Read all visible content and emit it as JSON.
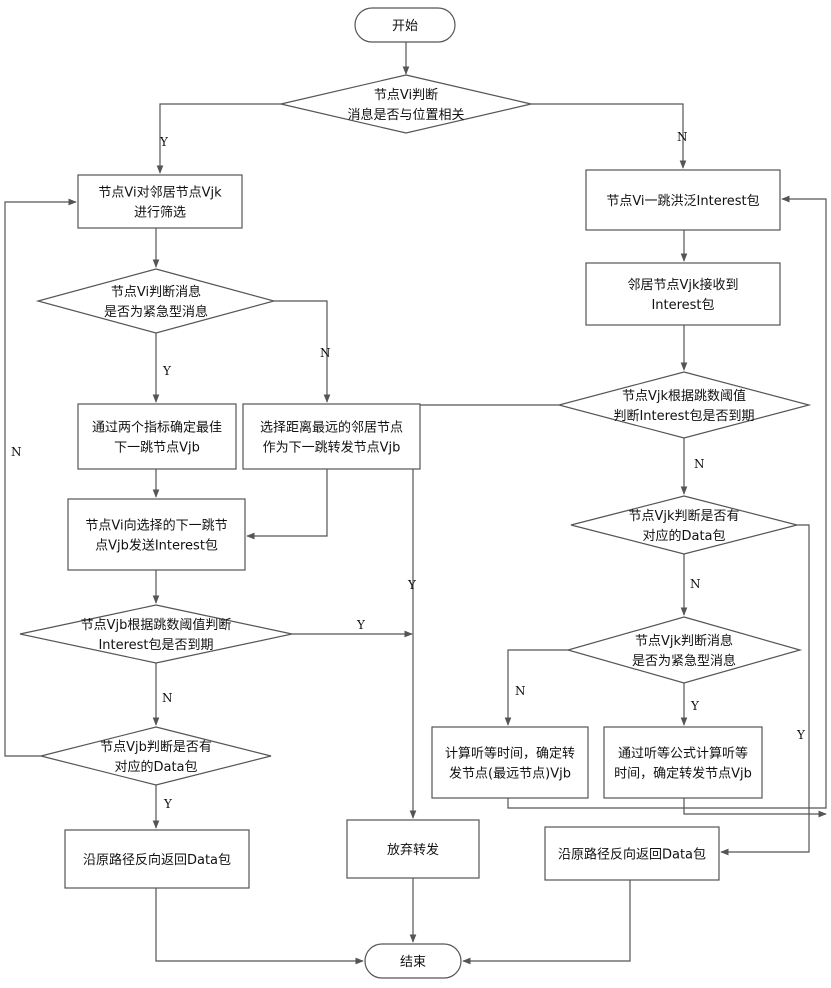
{
  "diagram": {
    "nodes": [
      {
        "id": "start",
        "lines": [
          "开始"
        ]
      },
      {
        "id": "d1",
        "lines": [
          "节点Vi判断",
          "消息是否与位置相关"
        ]
      },
      {
        "id": "b_filter",
        "lines": [
          "节点Vi对邻居节点Vjk",
          "进行筛选"
        ]
      },
      {
        "id": "d_urgent_l",
        "lines": [
          "节点Vi判断消息",
          "是否为紧急型消息"
        ]
      },
      {
        "id": "b_best",
        "lines": [
          "通过两个指标确定最佳",
          "下一跳节点Vjb"
        ]
      },
      {
        "id": "b_far",
        "lines": [
          "选择距离最远的邻居节点",
          "作为下一跳转发节点Vjb"
        ]
      },
      {
        "id": "b_send",
        "lines": [
          "节点Vi向选择的下一跳节",
          "点Vjb发送Interest包"
        ]
      },
      {
        "id": "d_exp_l",
        "lines": [
          "节点Vjb根据跳数阈值判断",
          "Interest包是否到期"
        ]
      },
      {
        "id": "d_data_l",
        "lines": [
          "节点Vjb判断是否有",
          "对应的Data包"
        ]
      },
      {
        "id": "b_ret_l",
        "lines": [
          "沿原路径反向返回Data包"
        ]
      },
      {
        "id": "b_flood",
        "lines": [
          "节点Vi一跳洪泛Interest包"
        ]
      },
      {
        "id": "b_recv",
        "lines": [
          "邻居节点Vjk接收到",
          "Interest包"
        ]
      },
      {
        "id": "d_exp_r",
        "lines": [
          "节点Vjk根据跳数阈值",
          "判断Interest包是否到期"
        ]
      },
      {
        "id": "d_data_r",
        "lines": [
          "节点Vjk判断是否有",
          "对应的Data包"
        ]
      },
      {
        "id": "d_urgent_r",
        "lines": [
          "节点Vjk判断消息",
          "是否为紧急型消息"
        ]
      },
      {
        "id": "b_wait1",
        "lines": [
          "计算听等时间，确定转",
          "发节点(最远节点)Vjb"
        ]
      },
      {
        "id": "b_wait2",
        "lines": [
          "通过听等公式计算听等",
          "时间，确定转发节点Vjb"
        ]
      },
      {
        "id": "b_drop",
        "lines": [
          "放弃转发"
        ]
      },
      {
        "id": "b_ret_r",
        "lines": [
          "沿原路径反向返回Data包"
        ]
      },
      {
        "id": "end",
        "lines": [
          "结束"
        ]
      }
    ],
    "edges": [
      {
        "id": "e1",
        "from": "start",
        "to": "d1",
        "label": ""
      },
      {
        "id": "e2",
        "from": "d1",
        "to": "b_filter",
        "label": "Y"
      },
      {
        "id": "e3",
        "from": "d1",
        "to": "b_flood",
        "label": "N"
      },
      {
        "id": "e4",
        "from": "b_filter",
        "to": "d_urgent_l",
        "label": ""
      },
      {
        "id": "e5",
        "from": "d_urgent_l",
        "to": "b_best",
        "label": "Y"
      },
      {
        "id": "e6",
        "from": "d_urgent_l",
        "to": "b_far",
        "label": "N"
      },
      {
        "id": "e7",
        "from": "b_best",
        "to": "b_send",
        "label": ""
      },
      {
        "id": "e8",
        "from": "b_far",
        "to": "b_send",
        "label": ""
      },
      {
        "id": "e9",
        "from": "b_send",
        "to": "d_exp_l",
        "label": ""
      },
      {
        "id": "e10",
        "from": "d_exp_l",
        "to": "d_data_l",
        "label": "N"
      },
      {
        "id": "e11",
        "from": "d_exp_l",
        "to": "b_drop",
        "label": "Y"
      },
      {
        "id": "e12",
        "from": "d_data_l",
        "to": "b_ret_l",
        "label": "Y"
      },
      {
        "id": "e13",
        "from": "d_data_l",
        "to": "b_filter",
        "label": "N"
      },
      {
        "id": "e14",
        "from": "b_ret_l",
        "to": "end",
        "label": ""
      },
      {
        "id": "e15",
        "from": "b_flood",
        "to": "b_recv",
        "label": ""
      },
      {
        "id": "e16",
        "from": "b_recv",
        "to": "d_exp_r",
        "label": ""
      },
      {
        "id": "e17",
        "from": "d_exp_r",
        "to": "d_data_r",
        "label": "N"
      },
      {
        "id": "e18",
        "from": "d_exp_r",
        "to": "b_drop",
        "label": "Y"
      },
      {
        "id": "e19",
        "from": "d_data_r",
        "to": "d_urgent_r",
        "label": "N"
      },
      {
        "id": "e20",
        "from": "d_data_r",
        "to": "b_ret_r",
        "label": "Y"
      },
      {
        "id": "e21",
        "from": "d_urgent_r",
        "to": "b_wait1",
        "label": "N"
      },
      {
        "id": "e22",
        "from": "d_urgent_r",
        "to": "b_wait2",
        "label": "Y"
      },
      {
        "id": "e23",
        "from": "b_wait1",
        "to": "b_flood",
        "label": ""
      },
      {
        "id": "e24",
        "from": "b_wait2",
        "to": "b_flood",
        "label": ""
      },
      {
        "id": "e25",
        "from": "b_drop",
        "to": "end",
        "label": ""
      },
      {
        "id": "e26",
        "from": "b_ret_r",
        "to": "end",
        "label": ""
      }
    ]
  }
}
